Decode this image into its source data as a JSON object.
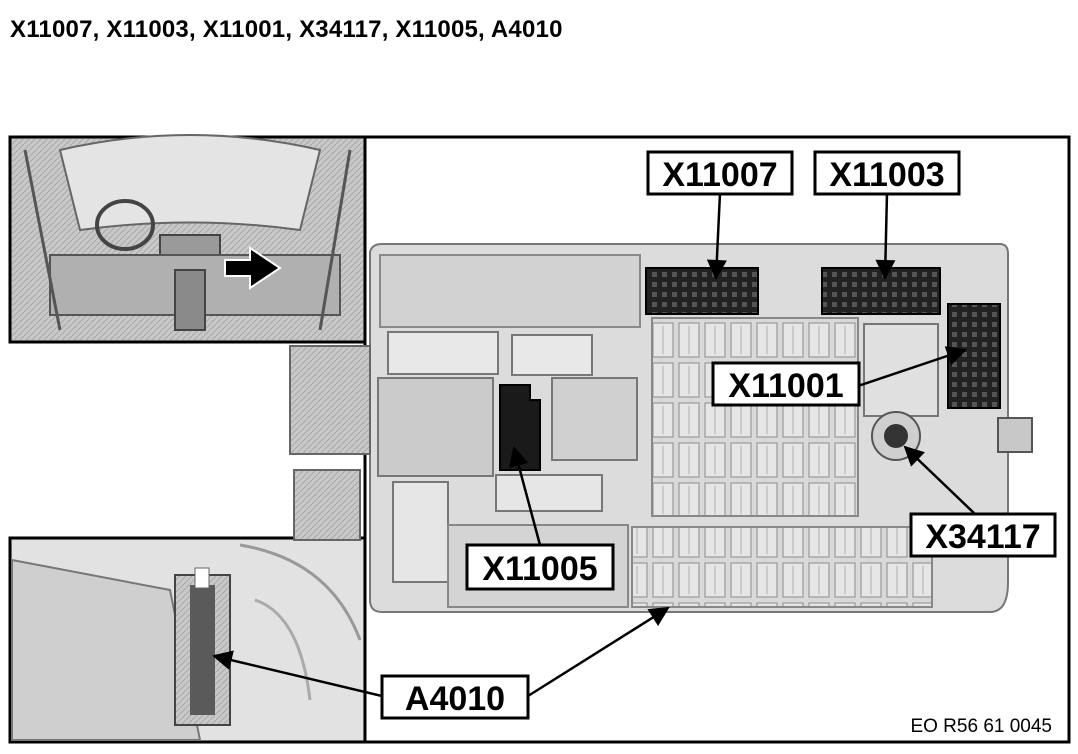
{
  "title": "X11007, X11003, X11001, X34117, X11005, A4010",
  "labels": {
    "x11007": "X11007",
    "x11003": "X11003",
    "x11001": "X11001",
    "x34117": "X34117",
    "x11005": "X11005",
    "a4010": "A4010"
  },
  "reference": "EO R56 61 0045"
}
